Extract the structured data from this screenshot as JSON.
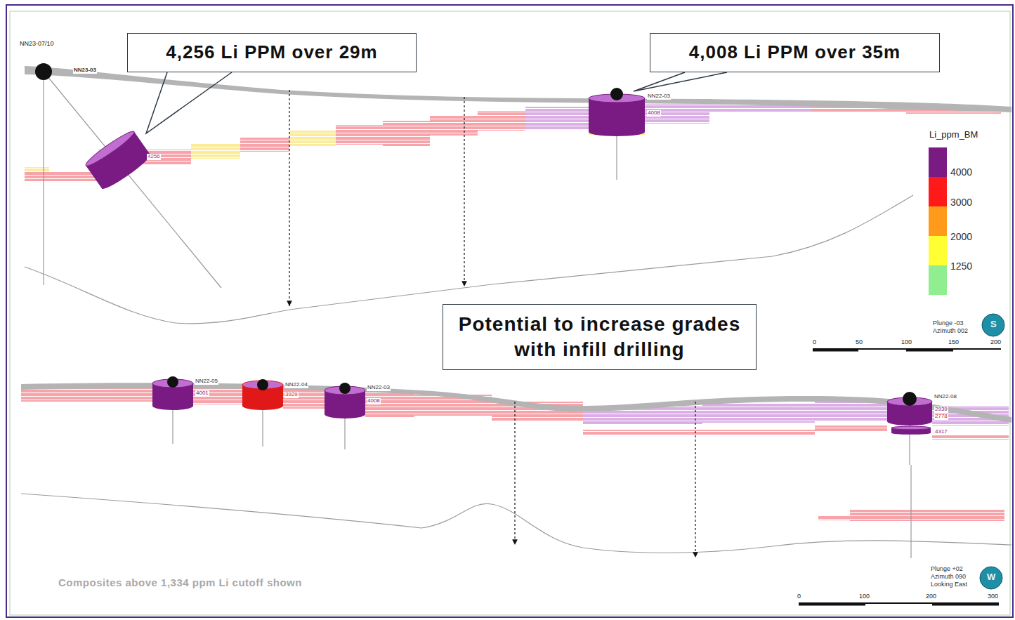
{
  "diagram": {
    "nodes": [
      {
        "text": [
          "4,256 Li PPM over 29m"
        ]
      },
      {
        "text": [
          "4,008 Li PPM over 35m"
        ]
      },
      {
        "text": [
          "Potential to increase grades with infill drilling"
        ]
      }
    ],
    "labels": [
      "NN23-07/10",
      "NN23-03",
      "4256",
      "NN22-03",
      "4008",
      "Li_ppm_BM",
      "Plunge -03",
      "Azimuth 002",
      "S",
      "0",
      "50",
      "100",
      "150",
      "200",
      "NN22-05",
      "4001",
      "NN22-04",
      "3929",
      "NN22-03",
      "4008",
      "NN22-08",
      "2939",
      "2778",
      "4317",
      "Plunge +02",
      "Azimuth 090",
      "Looking East",
      "W",
      "0",
      "100",
      "200",
      "300",
      "Composites above 1,334 ppm Li cutoff shown"
    ],
    "legend": [
      {
        "text": "4000",
        "color": "#7a1b84"
      },
      {
        "text": "3000",
        "color": "#ff1a1a"
      },
      {
        "text": "2000",
        "color": "#ff9a1a"
      },
      {
        "text": "1250",
        "color": "#ffff33"
      }
    ]
  }
}
